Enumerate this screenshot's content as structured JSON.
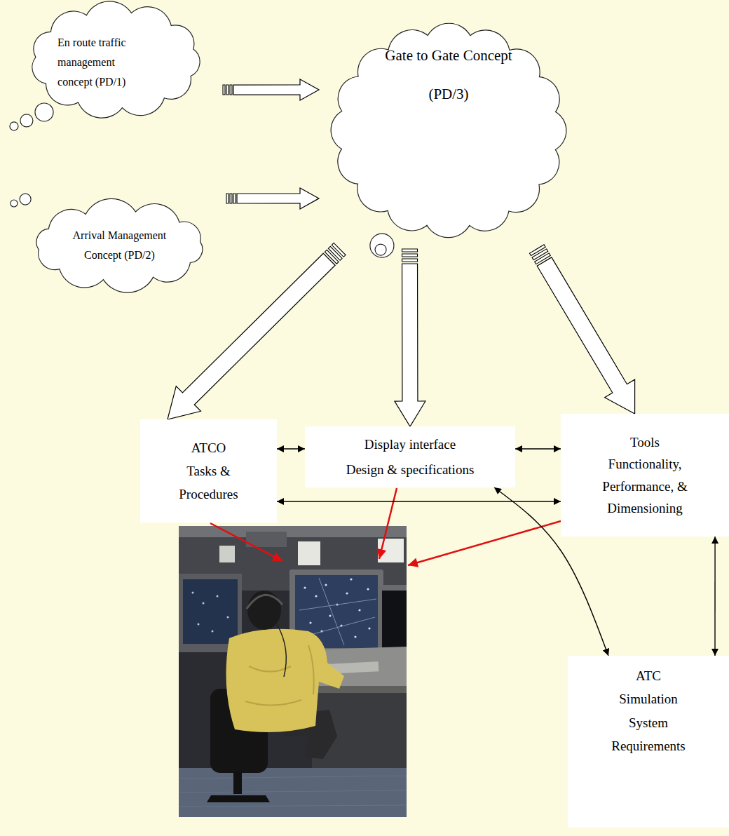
{
  "diagram": {
    "nodes": [
      {
        "text": [
          "En route traffic management concept (PD/1)"
        ]
      },
      {
        "text": [
          "Arrival Management Concept (PD/2)"
        ]
      },
      {
        "text": [
          "Gate to Gate Concept",
          "(PD/3)"
        ]
      },
      {
        "text": [
          "ATCO Tasks & Procedures"
        ]
      },
      {
        "text": [
          "Display interface",
          "Design & specifications"
        ]
      },
      {
        "text": [
          "Tools Functionality, Performance, & Dimensioning"
        ]
      },
      {
        "text": [
          "ATC Simulation System Requirements"
        ]
      }
    ],
    "edges": [
      {
        "from": 0,
        "to": 2,
        "arrow": "to"
      },
      {
        "from": 1,
        "to": 2,
        "arrow": "to"
      },
      {
        "from": 2,
        "to": 3,
        "arrow": "to"
      },
      {
        "from": 2,
        "to": 4,
        "arrow": "to"
      },
      {
        "from": 2,
        "to": 5,
        "arrow": "to"
      },
      {
        "from": 3,
        "to": 4,
        "arrow": "both"
      },
      {
        "from": 4,
        "to": 5,
        "arrow": "both"
      },
      {
        "from": 3,
        "to": 5,
        "arrow": "both"
      },
      {
        "from": 4,
        "to": 6,
        "arrow": "both"
      },
      {
        "from": 5,
        "to": 6,
        "arrow": "both"
      }
    ]
  }
}
